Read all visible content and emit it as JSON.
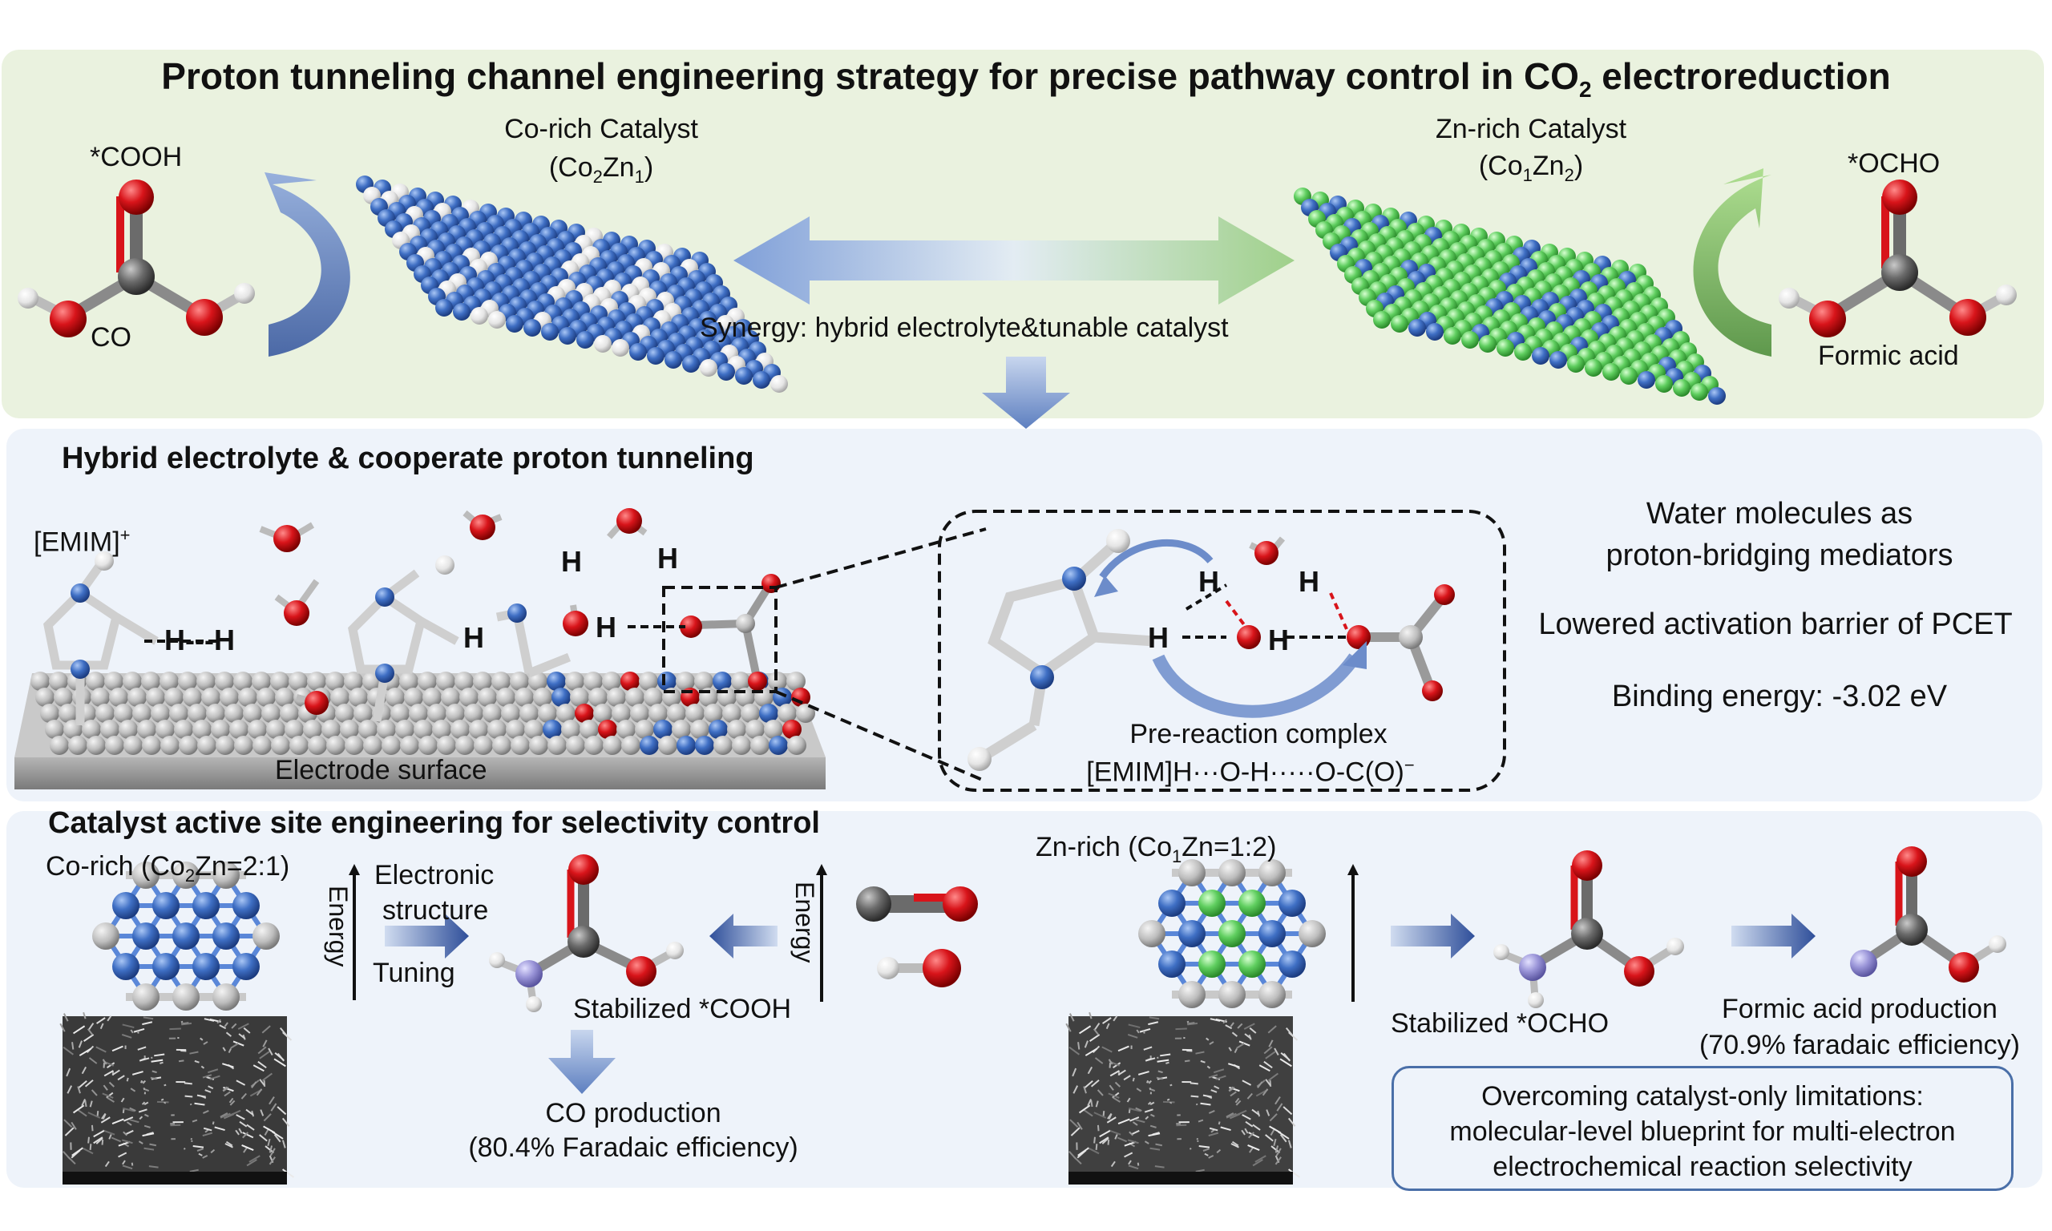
{
  "title": {
    "main": "Proton tunneling channel engineering strategy for precise pathway control in CO",
    "sub": "2",
    "tail": " electroreduction"
  },
  "top": {
    "cooh_label": "*COOH",
    "co_label": "CO",
    "co_rich": {
      "line1": "Co-rich Catalyst",
      "line2_a": "(Co",
      "line2_s1": "2",
      "line2_b": "Zn",
      "line2_s2": "1",
      "line2_c": ")"
    },
    "zn_rich": {
      "line1": "Zn-rich Catalyst",
      "line2_a": "(Co",
      "line2_s1": "1",
      "line2_b": "Zn",
      "line2_s2": "2",
      "line2_c": ")"
    },
    "ocho_label": "*OCHO",
    "formic_label": "Formic acid",
    "synergy": "Synergy: hybrid electrolyte&tunable catalyst"
  },
  "middle": {
    "heading": "Hybrid electrolyte & cooperate proton tunneling",
    "emim": "[EMIM]",
    "emim_sup": "+",
    "hh": "H---H",
    "h": "H",
    "electrode": "Electrode surface",
    "pre_reaction": "Pre-reaction complex",
    "complex": "[EMIM]H···O-H·····O-C(O)",
    "complex_sup": "−",
    "right1": "Water molecules as",
    "right2": "proton-bridging mediators",
    "right3": "Lowered activation barrier of PCET",
    "right4": "Binding energy: -3.02 eV"
  },
  "bottom": {
    "heading": "Catalyst active site engineering for selectivity control",
    "co_rich": {
      "a": "Co-rich (Co",
      "s": "2",
      "b": "Zn=2:1)"
    },
    "zn_rich": {
      "a": "Zn-rich (Co",
      "s": "1",
      "b": "Zn=1:2)"
    },
    "energy": "Energy",
    "electronic": "Electronic",
    "structure": "structure",
    "tuning": "Tuning",
    "stab_cooh": "Stabilized *COOH",
    "co_prod": "CO production",
    "co_fe": "(80.4% Faradaic efficiency)",
    "stab_ocho": "Stabilized *OCHO",
    "formic_prod": "Formic acid production",
    "formic_fe": "(70.9% faradaic efficiency)",
    "box1": "Overcoming catalyst-only limitations:",
    "box2": "molecular-level blueprint for multi-electron",
    "box3": "electrochemical reaction selectivity"
  },
  "colors": {
    "co_blue": "#3f6fc4",
    "zn_green": "#5fce5f",
    "oxygen_red": "#d8141a",
    "carbon_grey": "#6b6b6b",
    "nitrogen_purple": "#9a95d8"
  }
}
